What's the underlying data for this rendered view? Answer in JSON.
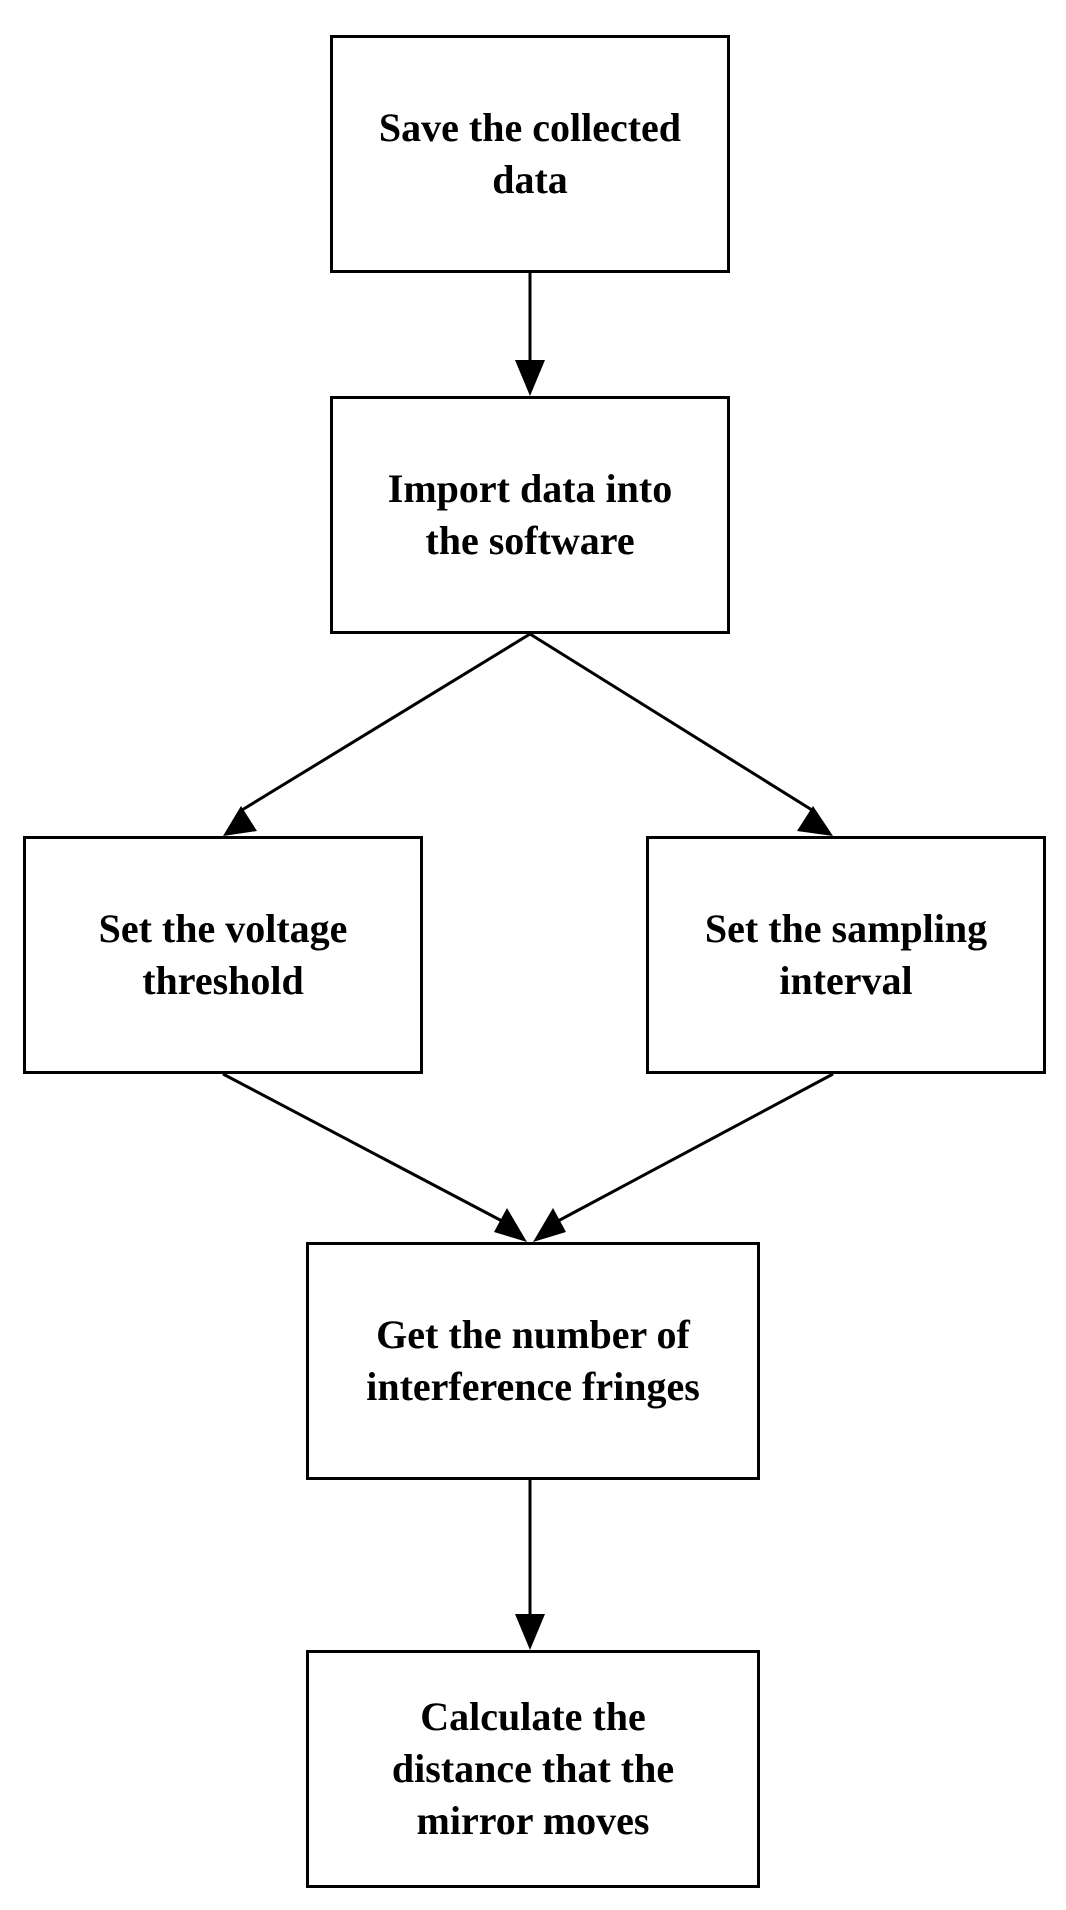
{
  "diagram": {
    "nodes": [
      {
        "id": "save",
        "label": "Save the collected\ndata"
      },
      {
        "id": "import",
        "label": "Import data into\nthe software"
      },
      {
        "id": "voltage",
        "label": "Set the voltage\nthreshold"
      },
      {
        "id": "sampling",
        "label": "Set the sampling\ninterval"
      },
      {
        "id": "fringes",
        "label": "Get the number of\ninterference fringes"
      },
      {
        "id": "calc",
        "label": "Calculate the\ndistance that the\nmirror moves"
      }
    ],
    "edges": [
      {
        "from": "save",
        "to": "import"
      },
      {
        "from": "import",
        "to": "voltage"
      },
      {
        "from": "import",
        "to": "sampling"
      },
      {
        "from": "voltage",
        "to": "fringes"
      },
      {
        "from": "sampling",
        "to": "fringes"
      },
      {
        "from": "fringes",
        "to": "calc"
      }
    ],
    "colors": {
      "stroke": "#000000",
      "fill": "#ffffff",
      "text": "#000000"
    }
  }
}
